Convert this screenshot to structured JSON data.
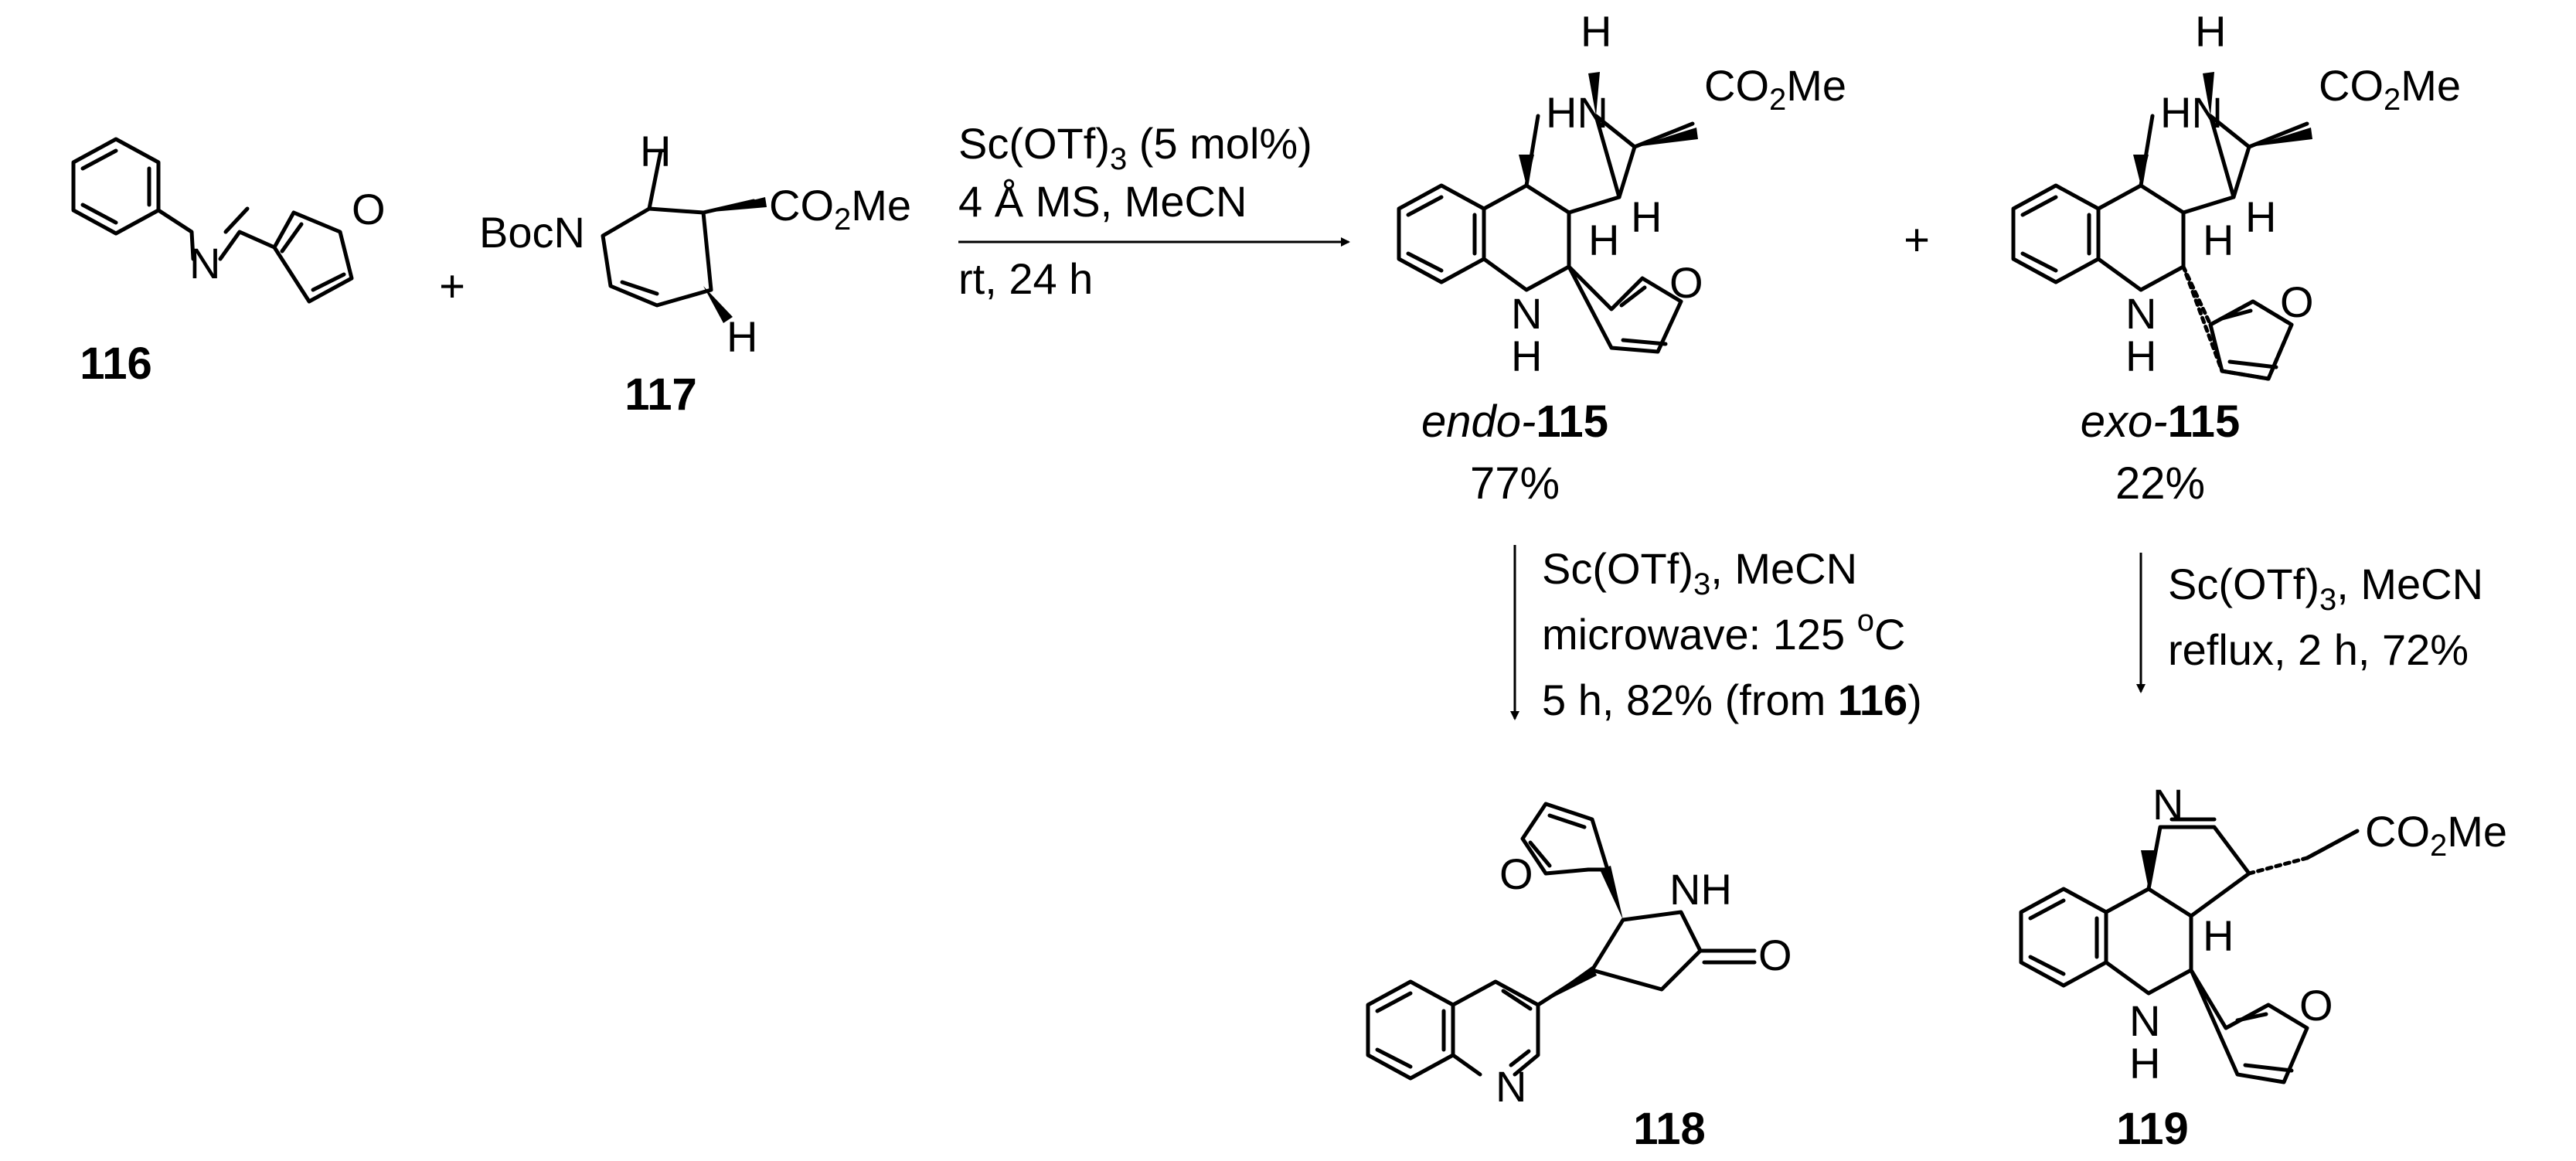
{
  "compounds": {
    "c116": "116",
    "c117": "117",
    "endo_prefix": "endo-",
    "endo_num": "115",
    "exo_prefix": "exo-",
    "exo_num": "115",
    "c118": "118",
    "c119": "119"
  },
  "yields": {
    "endo": "77%",
    "exo": "22%"
  },
  "conditions": {
    "main": {
      "line1_a": "Sc(OTf)",
      "line1_sub": "3",
      "line1_b": " (5 mol%)",
      "line2": "4 Å MS, MeCN",
      "line3": "rt, 24 h"
    },
    "left": {
      "line1_a": "Sc(OTf)",
      "line1_sub": "3",
      "line1_b": ", MeCN",
      "line2_a": "microwave: 125 ",
      "line2_sup": "o",
      "line2_b": "C",
      "line3_a": "5 h, 82% (from ",
      "line3_bold": "116",
      "line3_b": ")"
    },
    "right": {
      "line1_a": "Sc(OTf)",
      "line1_sub": "3",
      "line1_b": ", MeCN",
      "line2": "reflux, 2 h, 72%"
    }
  },
  "plus": "+",
  "atoms": {
    "N": "N",
    "O": "O",
    "H": "H",
    "HN": "HN",
    "NH": "NH",
    "BocN": "BocN",
    "CO2Me_a": "CO",
    "CO2Me_sub": "2",
    "CO2Me_b": "Me"
  }
}
